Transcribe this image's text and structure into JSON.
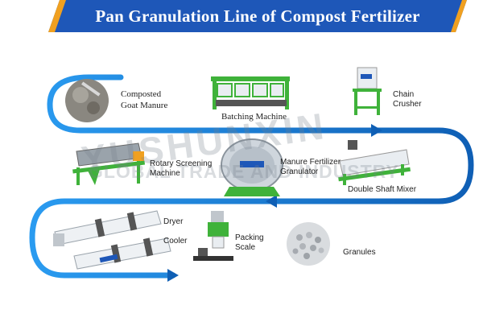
{
  "title": "Pan Granulation Line of Compost Fertilizer",
  "watermark": {
    "brand": "YUSHUNXIN",
    "tagline": "GLOBAL TRADE AND INDUSTRY"
  },
  "colors": {
    "banner": "#1e57b8",
    "banner_accent": "#f0a020",
    "flow_line": "#1a7fd6",
    "machine_green": "#3fb23a",
    "machine_white": "#e9edf1"
  },
  "steps": [
    {
      "id": "composted",
      "label_lines": [
        "Composted",
        "Goat Manure"
      ],
      "icon": "manure-pile-icon"
    },
    {
      "id": "batching",
      "label_lines": [
        "Batching Machine"
      ],
      "icon": "batching-machine-icon"
    },
    {
      "id": "crusher",
      "label_lines": [
        "Chain",
        "Crusher"
      ],
      "icon": "chain-crusher-icon"
    },
    {
      "id": "mixer",
      "label_lines": [
        "Double Shaft Mixer"
      ],
      "icon": "double-shaft-mixer-icon"
    },
    {
      "id": "granulator",
      "label_lines": [
        "Manure Fertilizer",
        "Granulator"
      ],
      "icon": "pan-granulator-icon"
    },
    {
      "id": "screening",
      "label_lines": [
        "Rotary Screening",
        "Machine"
      ],
      "icon": "rotary-screen-icon"
    },
    {
      "id": "dryer",
      "label_lines": [
        "Dryer"
      ],
      "icon": "rotary-dryer-icon"
    },
    {
      "id": "cooler",
      "label_lines": [
        "Cooler"
      ],
      "icon": "rotary-cooler-icon"
    },
    {
      "id": "packing",
      "label_lines": [
        "Packing",
        "Scale"
      ],
      "icon": "packing-scale-icon"
    },
    {
      "id": "granules",
      "label_lines": [
        "Granules"
      ],
      "icon": "granules-icon"
    }
  ]
}
